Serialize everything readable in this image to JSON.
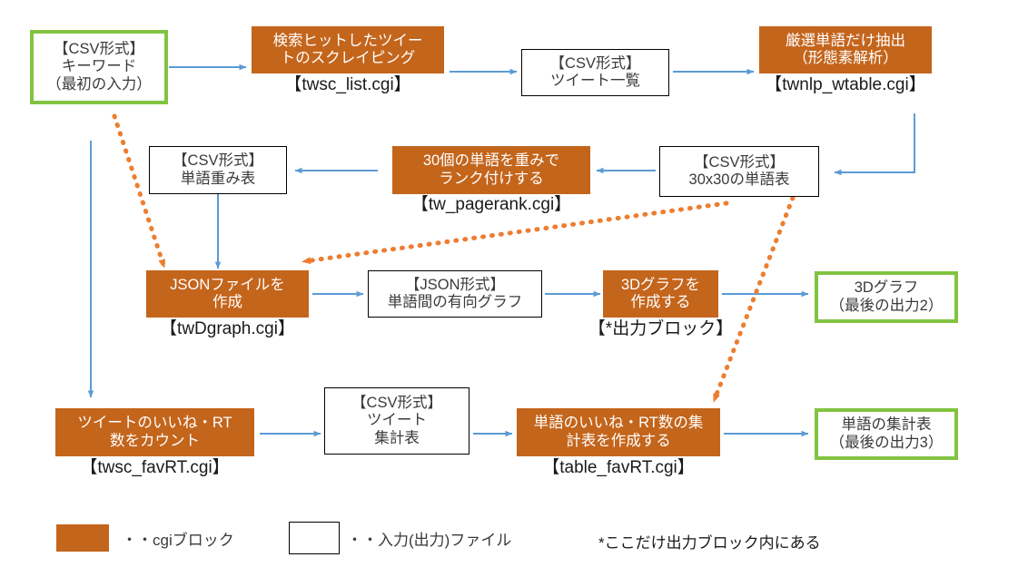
{
  "diagram": {
    "title": "Twitter CGI processing flowchart",
    "colors": {
      "cgi_block": "#C4651C",
      "output_border": "#82C341",
      "file_border": "#000000",
      "solid_arrow": "#5B9BD5",
      "dotted_arrow": "#ED7D31"
    },
    "nodes": {
      "keyword_input": {
        "kind": "output",
        "line1": "【CSV形式】",
        "line2": "キーワード",
        "line3": "（最初の入力）"
      },
      "scraping": {
        "kind": "cgi",
        "line1": "検索ヒットしたツイー",
        "line2": "トのスクレイピング",
        "caption": "【twsc_list.cgi】"
      },
      "tweet_list": {
        "kind": "file",
        "line1": "【CSV形式】",
        "line2": "ツイート一覧"
      },
      "morph_extract": {
        "kind": "cgi",
        "line1": "厳選単語だけ抽出",
        "line2": "（形態素解析）",
        "caption": "【twnlp_wtable.cgi】"
      },
      "word_table_30x30": {
        "kind": "file",
        "line1": "【CSV形式】",
        "line2": "30x30の単語表"
      },
      "pagerank": {
        "kind": "cgi",
        "line1": "30個の単語を重みで",
        "line2": "ランク付けする",
        "caption": "【tw_pagerank.cgi】"
      },
      "word_weight_table": {
        "kind": "file",
        "line1": "【CSV形式】",
        "line2": "単語重み表"
      },
      "make_json": {
        "kind": "cgi",
        "line1": "JSONファイルを",
        "line2": "作成",
        "caption": "【twDgraph.cgi】"
      },
      "json_digraph": {
        "kind": "file",
        "line1": "【JSON形式】",
        "line2": "単語間の有向グラフ"
      },
      "make_3d_graph": {
        "kind": "cgi",
        "line1": "3Dグラフを",
        "line2": "作成する",
        "caption": "【*出力ブロック】"
      },
      "graph_3d_output": {
        "kind": "output",
        "line1": "3Dグラフ",
        "line2": "（最後の出力2）"
      },
      "count_fav_rt": {
        "kind": "cgi",
        "line1": "ツイートのいいね・RT",
        "line2": "数をカウント",
        "caption": "【twsc_favRT.cgi】"
      },
      "tweet_summary_table": {
        "kind": "file",
        "line1": "【CSV形式】",
        "line2": "ツイート",
        "line3": "集計表"
      },
      "make_word_table": {
        "kind": "cgi",
        "line1": "単語のいいね・RT数の集",
        "line2": "計表を作成する",
        "caption": "【table_favRT.cgi】"
      },
      "word_summary_output": {
        "kind": "output",
        "line1": "単語の集計表",
        "line2": "（最後の出力3）"
      }
    },
    "legend": {
      "cgi_label": "・・cgiブロック",
      "file_label": "・・入力(出力)ファイル",
      "note": "*ここだけ出力ブロック内にある"
    }
  }
}
